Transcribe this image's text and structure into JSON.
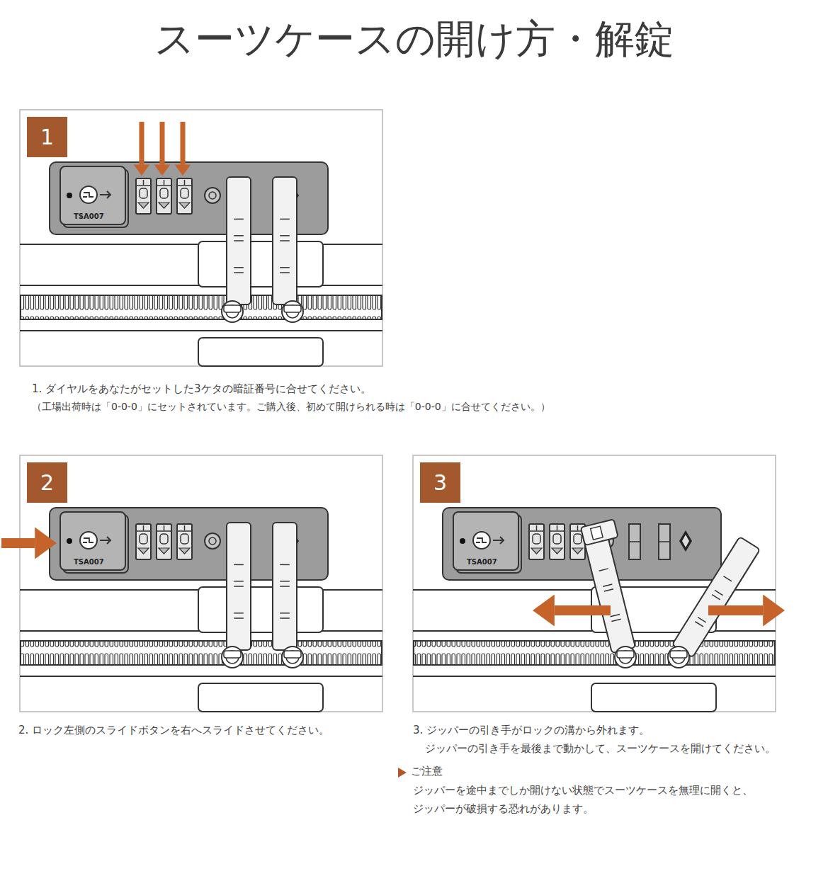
{
  "diagram": {
    "title": "スーツケースの開け方・解錠",
    "nodes": [
      {
        "text": [
          "1"
        ]
      },
      {
        "text": [
          "2"
        ]
      },
      {
        "text": [
          "3"
        ]
      }
    ],
    "labels": [
      "TSA007",
      "1. ダイヤルをあなたがセットした3ケタの暗証番号に合せてください。",
      "（工場出荷時は「0-0-0」にセットされています。ご購入後、初めて開けられる時は「0-0-0」に合せてください。）",
      "TSA007",
      "2. ロック左側のスライドボタンを右へスライドさせてください。",
      "TSA007",
      "3. ジッパーの引き手がロックの溝から外れます。",
      "ジッパーの引き手を最後まで動かして、スーツケースを開けてください。",
      "ご注意",
      "ジッパーを途中までしか開けない状態でスーツケースを無理に開くと、",
      "ジッパーが破損する恐れがあります。"
    ]
  }
}
